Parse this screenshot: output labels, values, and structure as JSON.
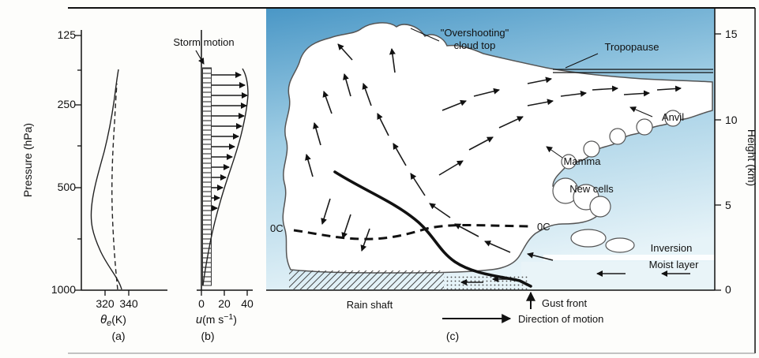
{
  "colors": {
    "sky_top": "#4a97c6",
    "sky_mid": "#9fcde4",
    "sky_bottom": "#e6f3f8",
    "cloud_fill": "#ffffff",
    "line_color": "#111111"
  },
  "panel_a": {
    "label": "(a)",
    "ylabel": "Pressure (hPa)",
    "y_ticks": [
      "125",
      "250",
      "500",
      "1000"
    ],
    "x_ticks": [
      "320",
      "340"
    ],
    "xlabel_theta": "θ",
    "xlabel_sub": "e",
    "xlabel_units": "(K)"
  },
  "panel_b": {
    "label": "(b)",
    "storm_motion_label": "Storm motion",
    "x_ticks": [
      "0",
      "20",
      "40"
    ],
    "xlabel_u": "u",
    "xlabel_open": "(m s",
    "xlabel_sup": "−1",
    "xlabel_close": ")"
  },
  "panel_c": {
    "label": "(c)",
    "labels": {
      "overshooting_1": "\"Overshooting\"",
      "overshooting_2": "cloud top",
      "tropopause": "Tropopause",
      "anvil": "Anvil",
      "mamma": "Mamma",
      "new_cells": "New cells",
      "zero_c_left": "0C",
      "zero_c_right": "0C",
      "inversion": "Inversion",
      "moist_layer": "Moist layer",
      "rain_shaft": "Rain shaft",
      "gust_front": "Gust front",
      "direction_of_motion": "Direction of motion"
    },
    "height_axis": {
      "label": "Height (km)",
      "ticks": [
        "15",
        "10",
        "5",
        "0"
      ]
    }
  },
  "chart_data": [
    {
      "type": "line",
      "title": "Equivalent potential temperature profile (panel a)",
      "xlabel": "θe (K)",
      "ylabel": "Pressure (hPa)",
      "xlim": [
        310,
        350
      ],
      "ylim": [
        1000,
        125
      ],
      "x_tick_labels": [
        320,
        340
      ],
      "y_tick_labels": [
        125,
        250,
        500,
        1000
      ],
      "series": [
        {
          "name": "theta_e_environment_solid",
          "pressure_hPa": [
            1000,
            900,
            800,
            700,
            600,
            500,
            400,
            300,
            250,
            200
          ],
          "theta_e_K": [
            336,
            326,
            318,
            315,
            316,
            320,
            326,
            332,
            335,
            337
          ]
        },
        {
          "name": "theta_e_dashed",
          "pressure_hPa": [
            1000,
            800,
            600,
            400,
            300,
            250
          ],
          "theta_e_K": [
            333,
            331,
            330,
            331,
            332,
            333
          ]
        }
      ]
    },
    {
      "type": "line",
      "title": "Wind profile with storm motion (panel b)",
      "xlabel": "u (m s−1)",
      "ylabel": "Pressure (hPa)",
      "xlim": [
        0,
        45
      ],
      "ylim": [
        1000,
        125
      ],
      "x_tick_labels": [
        0,
        20,
        40
      ],
      "storm_motion_m_s": 8,
      "series": [
        {
          "name": "u_wind",
          "pressure_hPa": [
            1000,
            900,
            800,
            700,
            600,
            500,
            400,
            300,
            250,
            200
          ],
          "u_m_s": [
            0,
            4,
            8,
            13,
            18,
            24,
            30,
            37,
            40,
            38
          ]
        }
      ]
    }
  ]
}
